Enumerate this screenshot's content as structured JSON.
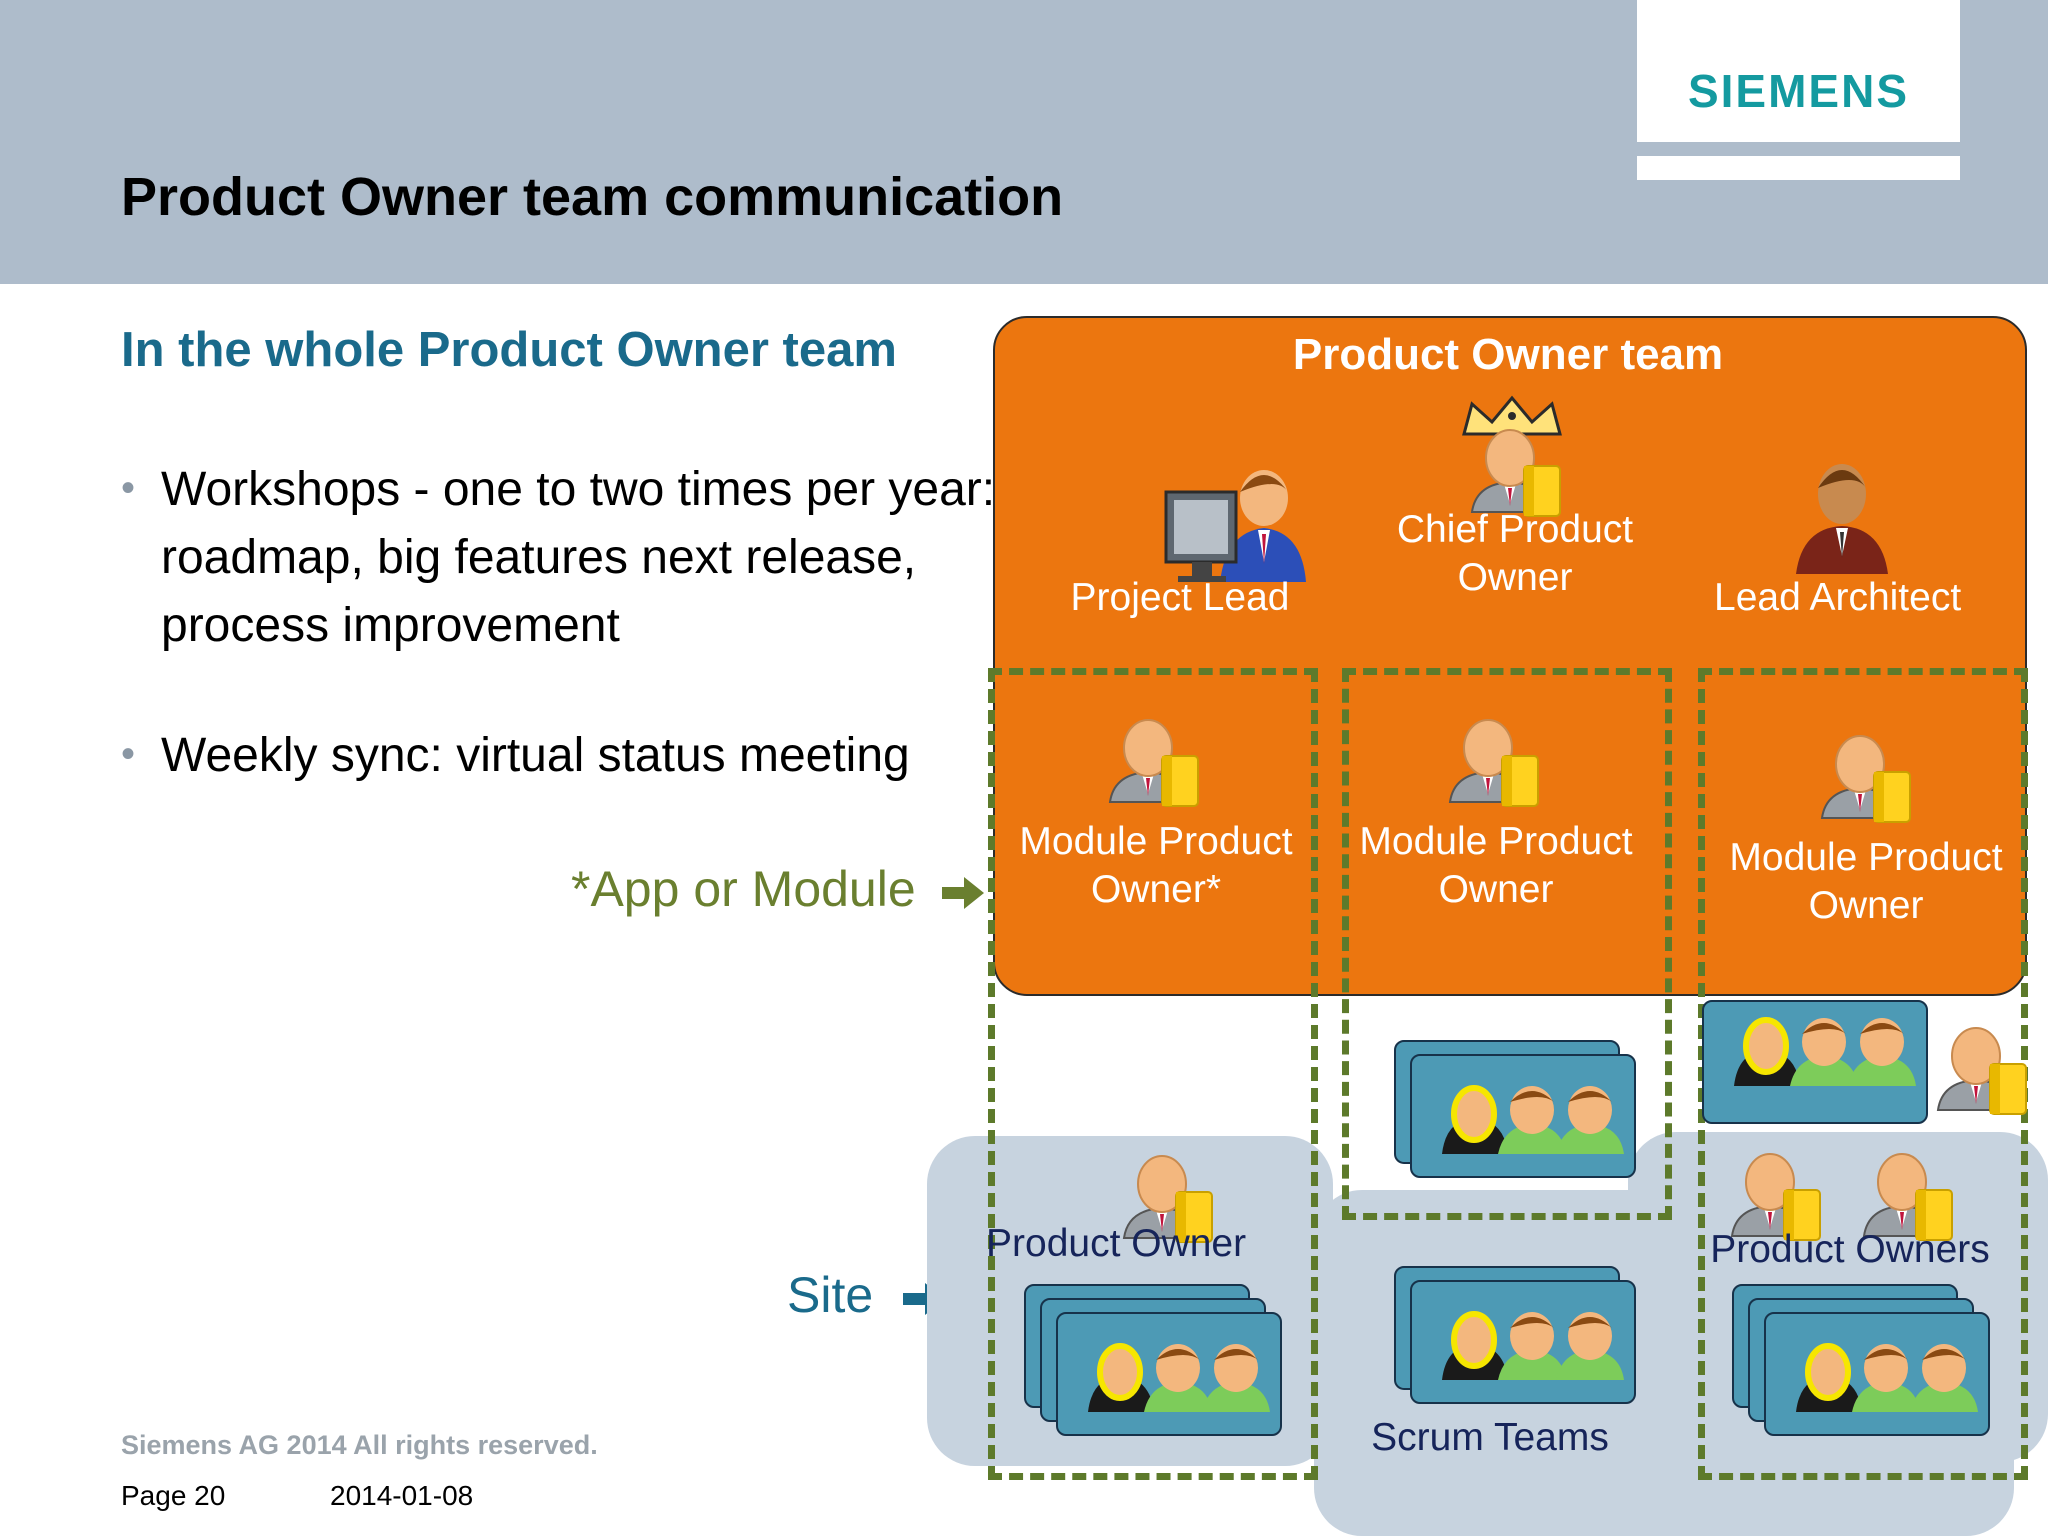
{
  "header": {
    "logo": "SIEMENS",
    "title": "Product Owner team communication"
  },
  "left": {
    "subtitle": "In the whole Product Owner team",
    "bullets": [
      "Workshops - one to two times per year: roadmap, big features next release, process improvement",
      "Weekly sync: virtual status meeting"
    ],
    "annotations": {
      "app_or_module": "*App or Module",
      "site": "Site"
    }
  },
  "diagram": {
    "team_title": "Product Owner team",
    "roles": {
      "project_lead": "Project Lead",
      "chief_po": "Chief Product Owner",
      "lead_architect": "Lead Architect"
    },
    "modules": [
      "Module Product Owner*",
      "Module Product Owner",
      "Module Product Owner"
    ],
    "site_labels": {
      "product_owner": "Product Owner",
      "product_owners": "Product Owners",
      "scrum_teams": "Scrum Teams"
    },
    "colors": {
      "orange": "#ec760f",
      "dash_green": "#5d7a2b",
      "site_blue": "#c7d3df",
      "card_blue": "#4d9ab5"
    }
  },
  "footer": {
    "copyright": "Siemens AG 2014 All rights reserved.",
    "page": "Page 20",
    "date": "2014-01-08"
  }
}
